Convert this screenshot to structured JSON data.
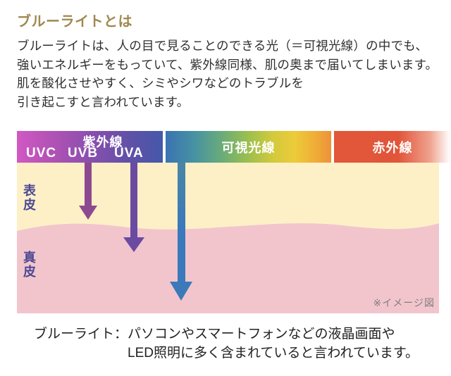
{
  "title": "ブルーライトとは",
  "intro": "ブルーライトは、人の目で見ることのできる光（＝可視光線）の中でも、\n強いエネルギーをもっていて、紫外線同様、肌の奥まで届いてしまいます。\n肌を酸化させやすく、シミやシワなどのトラブルを\n引き起こすと言われています。",
  "spectrum": {
    "uv": {
      "label": "紫外線",
      "sub": [
        "UVC",
        "UVB",
        "UVA"
      ]
    },
    "visible": {
      "label": "可視光線"
    },
    "infrared": {
      "label": "赤外線"
    }
  },
  "skin": {
    "epidermis": "表皮",
    "dermis": "真皮",
    "note": "※イメージ図"
  },
  "arrows": [
    {
      "name": "uvb-arrow",
      "color": "#8d4990"
    },
    {
      "name": "uva-arrow",
      "color": "#6a4ba1"
    },
    {
      "name": "blue-light-arrow",
      "color": "#3b79b9"
    }
  ],
  "caption": {
    "term": "ブルーライト：",
    "text": "パソコンやスマートフォンなどの液晶画面や\nLED照明に多く含まれていると言われています。"
  },
  "colors": {
    "title": "#a0894f",
    "body_text": "#2f2f2f",
    "epidermis": "#fdf0c7",
    "dermis": "#f2c5cd",
    "skin_label": "#4c4894",
    "uv_gradient": [
      "#d158c4",
      "#4558aa"
    ],
    "visible_gradient": [
      "#3a73b3",
      "#ee9139"
    ],
    "infrared_gradient": [
      "#e25639",
      "#ffffff"
    ],
    "note_text": "#7f7f7f"
  }
}
